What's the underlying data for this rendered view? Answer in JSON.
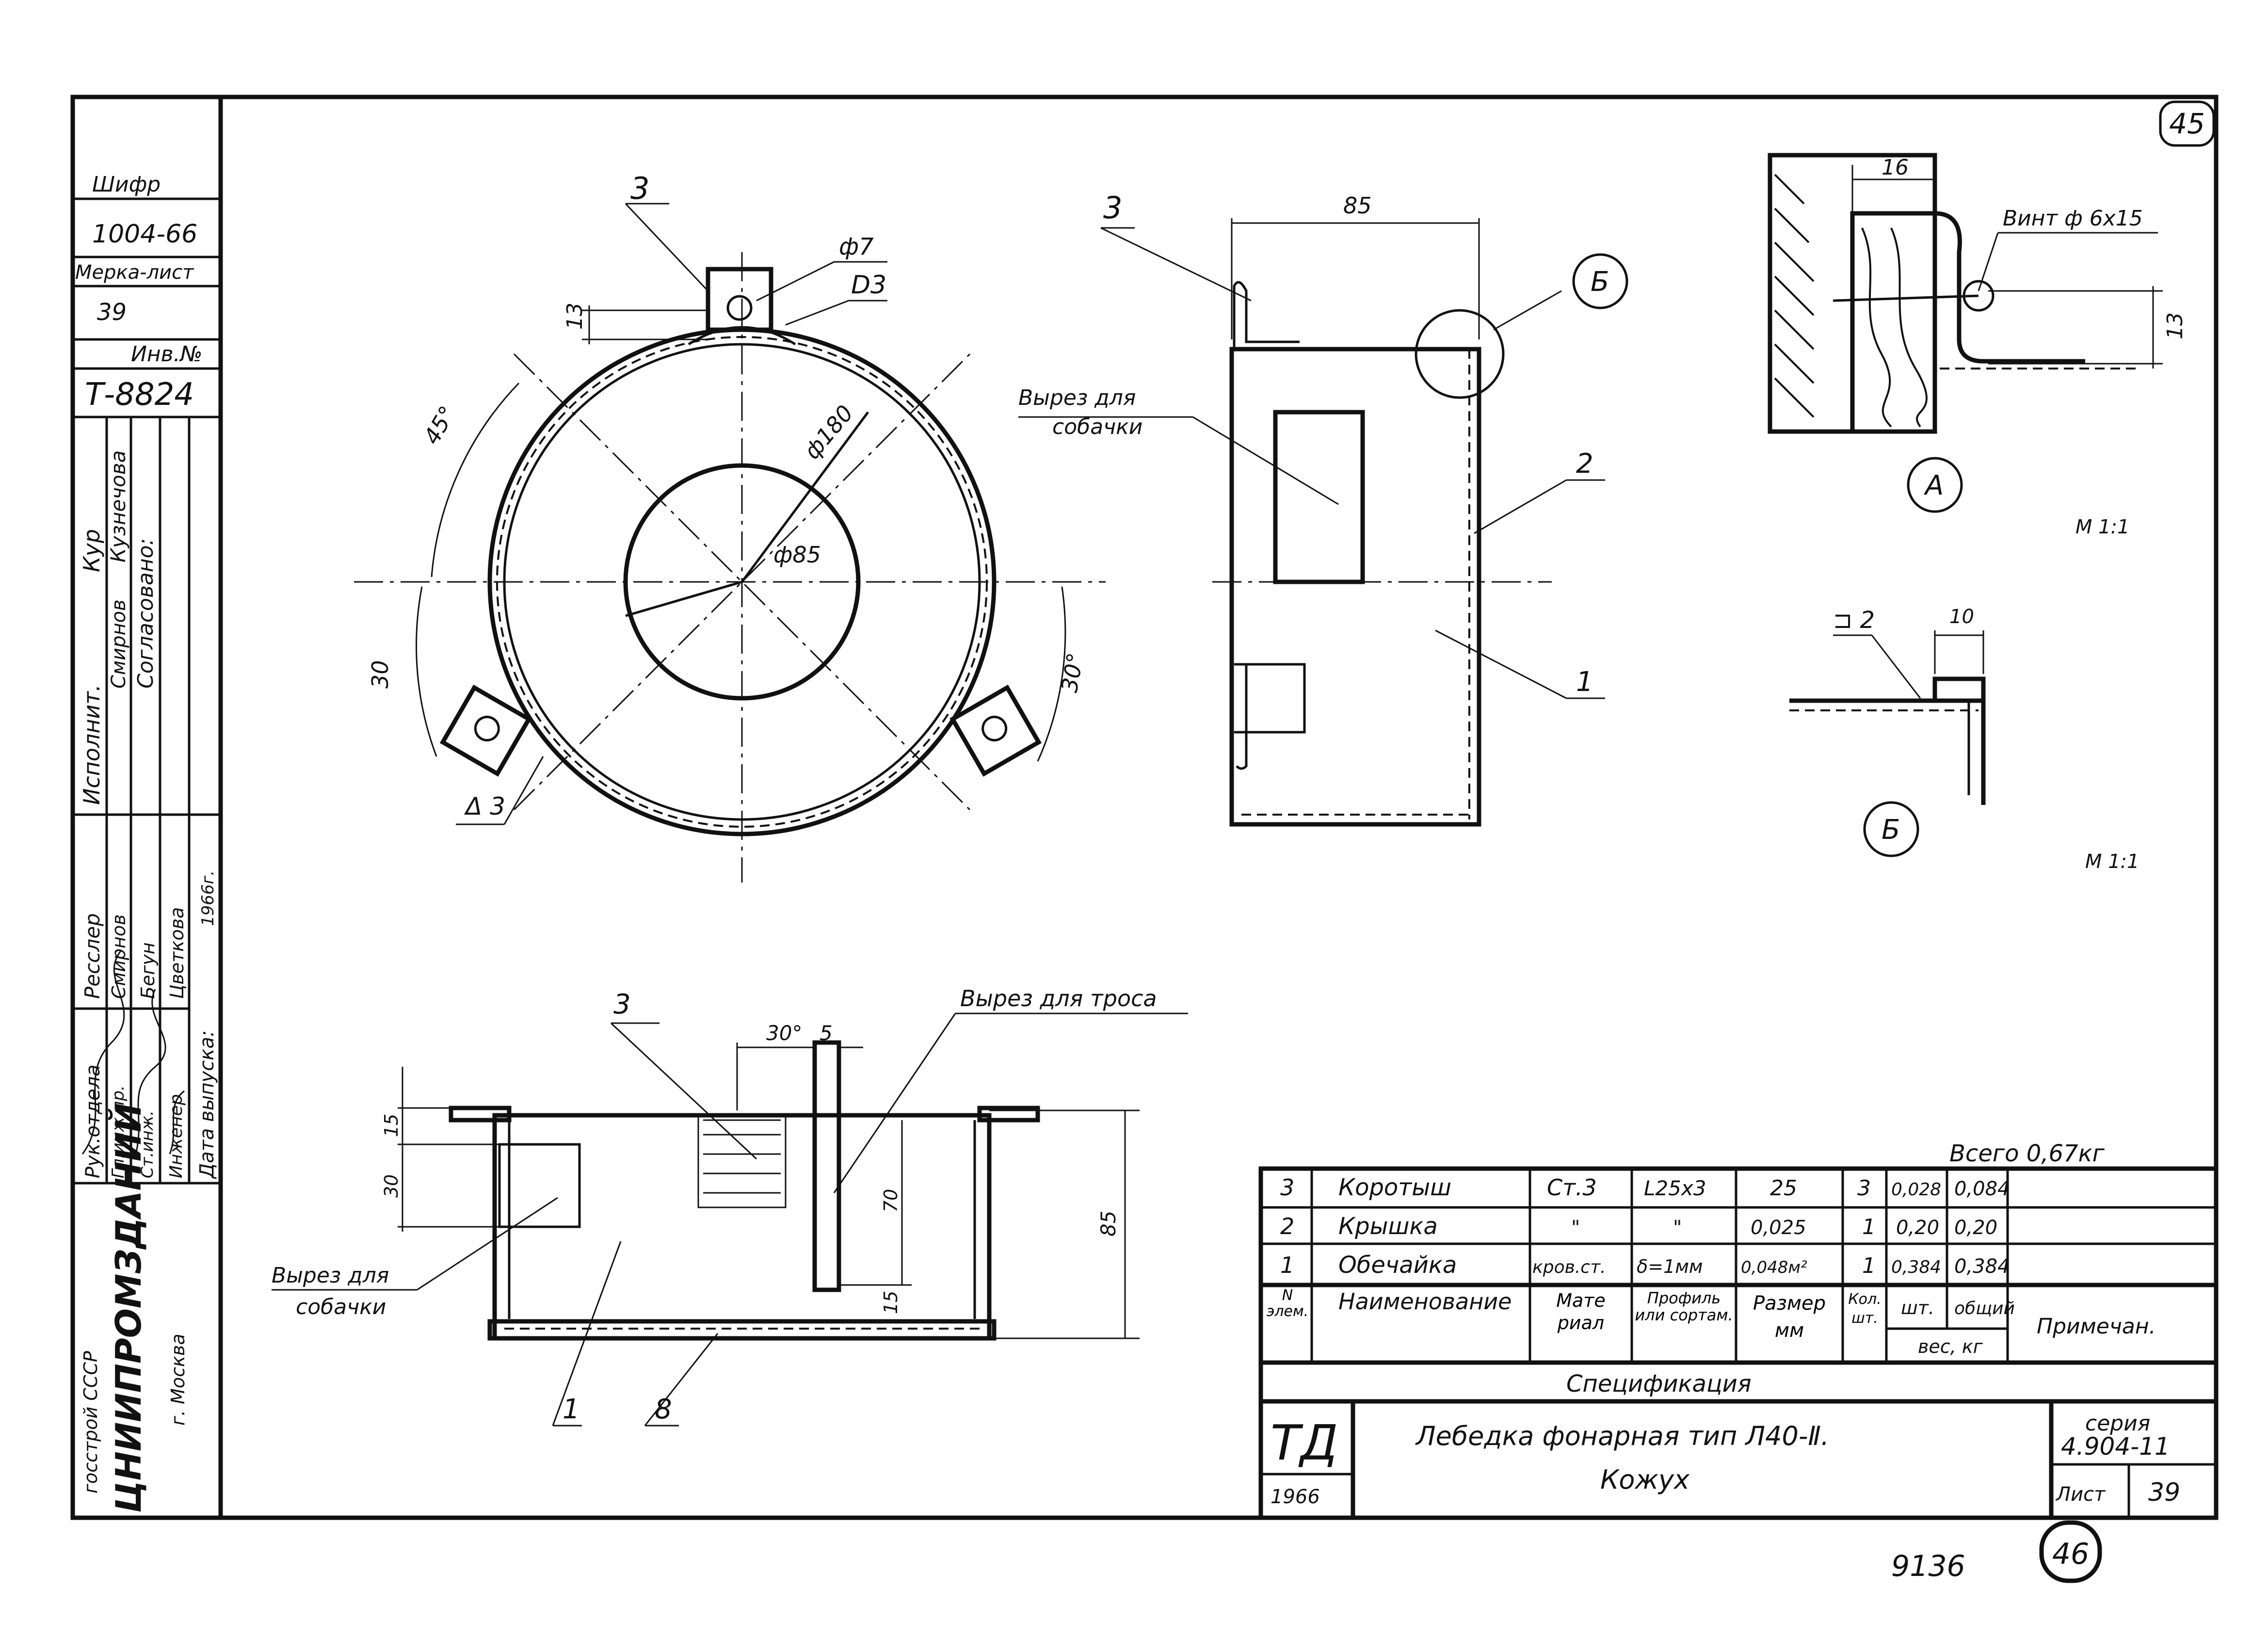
{
  "sheet_number": "45",
  "bottom_note": "9136",
  "bottom_circle": "46",
  "side_stamp": {
    "cipher_label": "Шифр",
    "cipher_value": "1004-66",
    "copy_sheet_label": "Мерка-лист",
    "copy_sheet_value": "39",
    "inv_label": "Инв.№",
    "inv_value": "Т-8824",
    "executor_label": "Исполнит.",
    "executor_names": [
      "Кузнечова",
      "Смирнов"
    ],
    "agreed_label": "Согласовано:",
    "roles": [
      "Рук.отдела",
      "Гл.инж.пр.",
      "Ст.инж.",
      "Инженер",
      "Дата выпуска:"
    ],
    "names": [
      "Ресслер",
      "Смирнов",
      "Бегун",
      "Цветкова"
    ],
    "year": "1966г.",
    "org_line": "госстрой СССР",
    "org_name": "ЦНИИПРОМЗДАНИЙ",
    "city": "г. Москва"
  },
  "view_top": {
    "callout_3": "3",
    "hole": "ф7",
    "weld_d3": "D3",
    "dim_13": "13",
    "angle_45": "45°",
    "dia_180": "ф180",
    "dia_85": "ф85",
    "dim_30": "30",
    "angle_30": "30°",
    "weld_3": "Δ 3"
  },
  "view_side": {
    "dim_85": "85",
    "callout_3": "3",
    "callout_b": "Б",
    "cutout_label_1": "Вырез для",
    "cutout_label_2": "собачки",
    "callout_2": "2",
    "callout_1": "1"
  },
  "detail_a": {
    "dim_16": "16",
    "screw": "Винт ф 6х15",
    "dim_13": "13",
    "label": "А",
    "scale": "М 1:1"
  },
  "detail_b": {
    "weld": "⊐ 2",
    "dim_10": "10",
    "label": "Б",
    "scale": "М 1:1"
  },
  "view_front": {
    "callout_3": "3",
    "angle_30": "30°",
    "dim_5": "5",
    "cable_cut": "Вырез для троса",
    "dim_15_top": "15",
    "dim_30": "30",
    "dim_70": "70",
    "dim_85": "85",
    "dim_15_bot": "15",
    "cutout_label_1": "Вырез для",
    "cutout_label_2": "собачки",
    "callout_1": "1",
    "callout_8": "8"
  },
  "spec": {
    "total": "Всего 0,67кг",
    "rows": [
      {
        "n": "3",
        "name": "Коротыш",
        "mat": "Ст.3",
        "prof": "L25х3",
        "size": "25",
        "qty": "3",
        "unit": "0,028",
        "total": "0,084",
        "note": ""
      },
      {
        "n": "2",
        "name": "Крышка",
        "mat": "\"",
        "prof": "\"",
        "size": "0,025",
        "qty": "1",
        "unit": "0,20",
        "total": "0,20",
        "note": ""
      },
      {
        "n": "1",
        "name": "Обечайка",
        "mat": "кров.ст.",
        "prof": "δ=1мм",
        "size": "0,048м²",
        "qty": "1",
        "unit": "0,384",
        "total": "0,384",
        "note": ""
      }
    ],
    "head": {
      "n": "N элем.",
      "name": "Наименование",
      "mat": "Мате риал",
      "prof": "Профиль или сортам.",
      "size": "Размер мм",
      "qty": "Кол. шт.",
      "unit": "шт.",
      "total": "общий",
      "weight": "вес, кг",
      "note": "Примечан."
    },
    "caption": "Спецификация"
  },
  "title_block": {
    "logo": "ТД",
    "year": "1966",
    "title": "Лебедка фонарная   тип  Л40-Ⅱ.",
    "subtitle": "Кожух",
    "series_label": "серия",
    "series_value": "4.904-11",
    "sheet_label": "Лист",
    "sheet_value": "39"
  }
}
